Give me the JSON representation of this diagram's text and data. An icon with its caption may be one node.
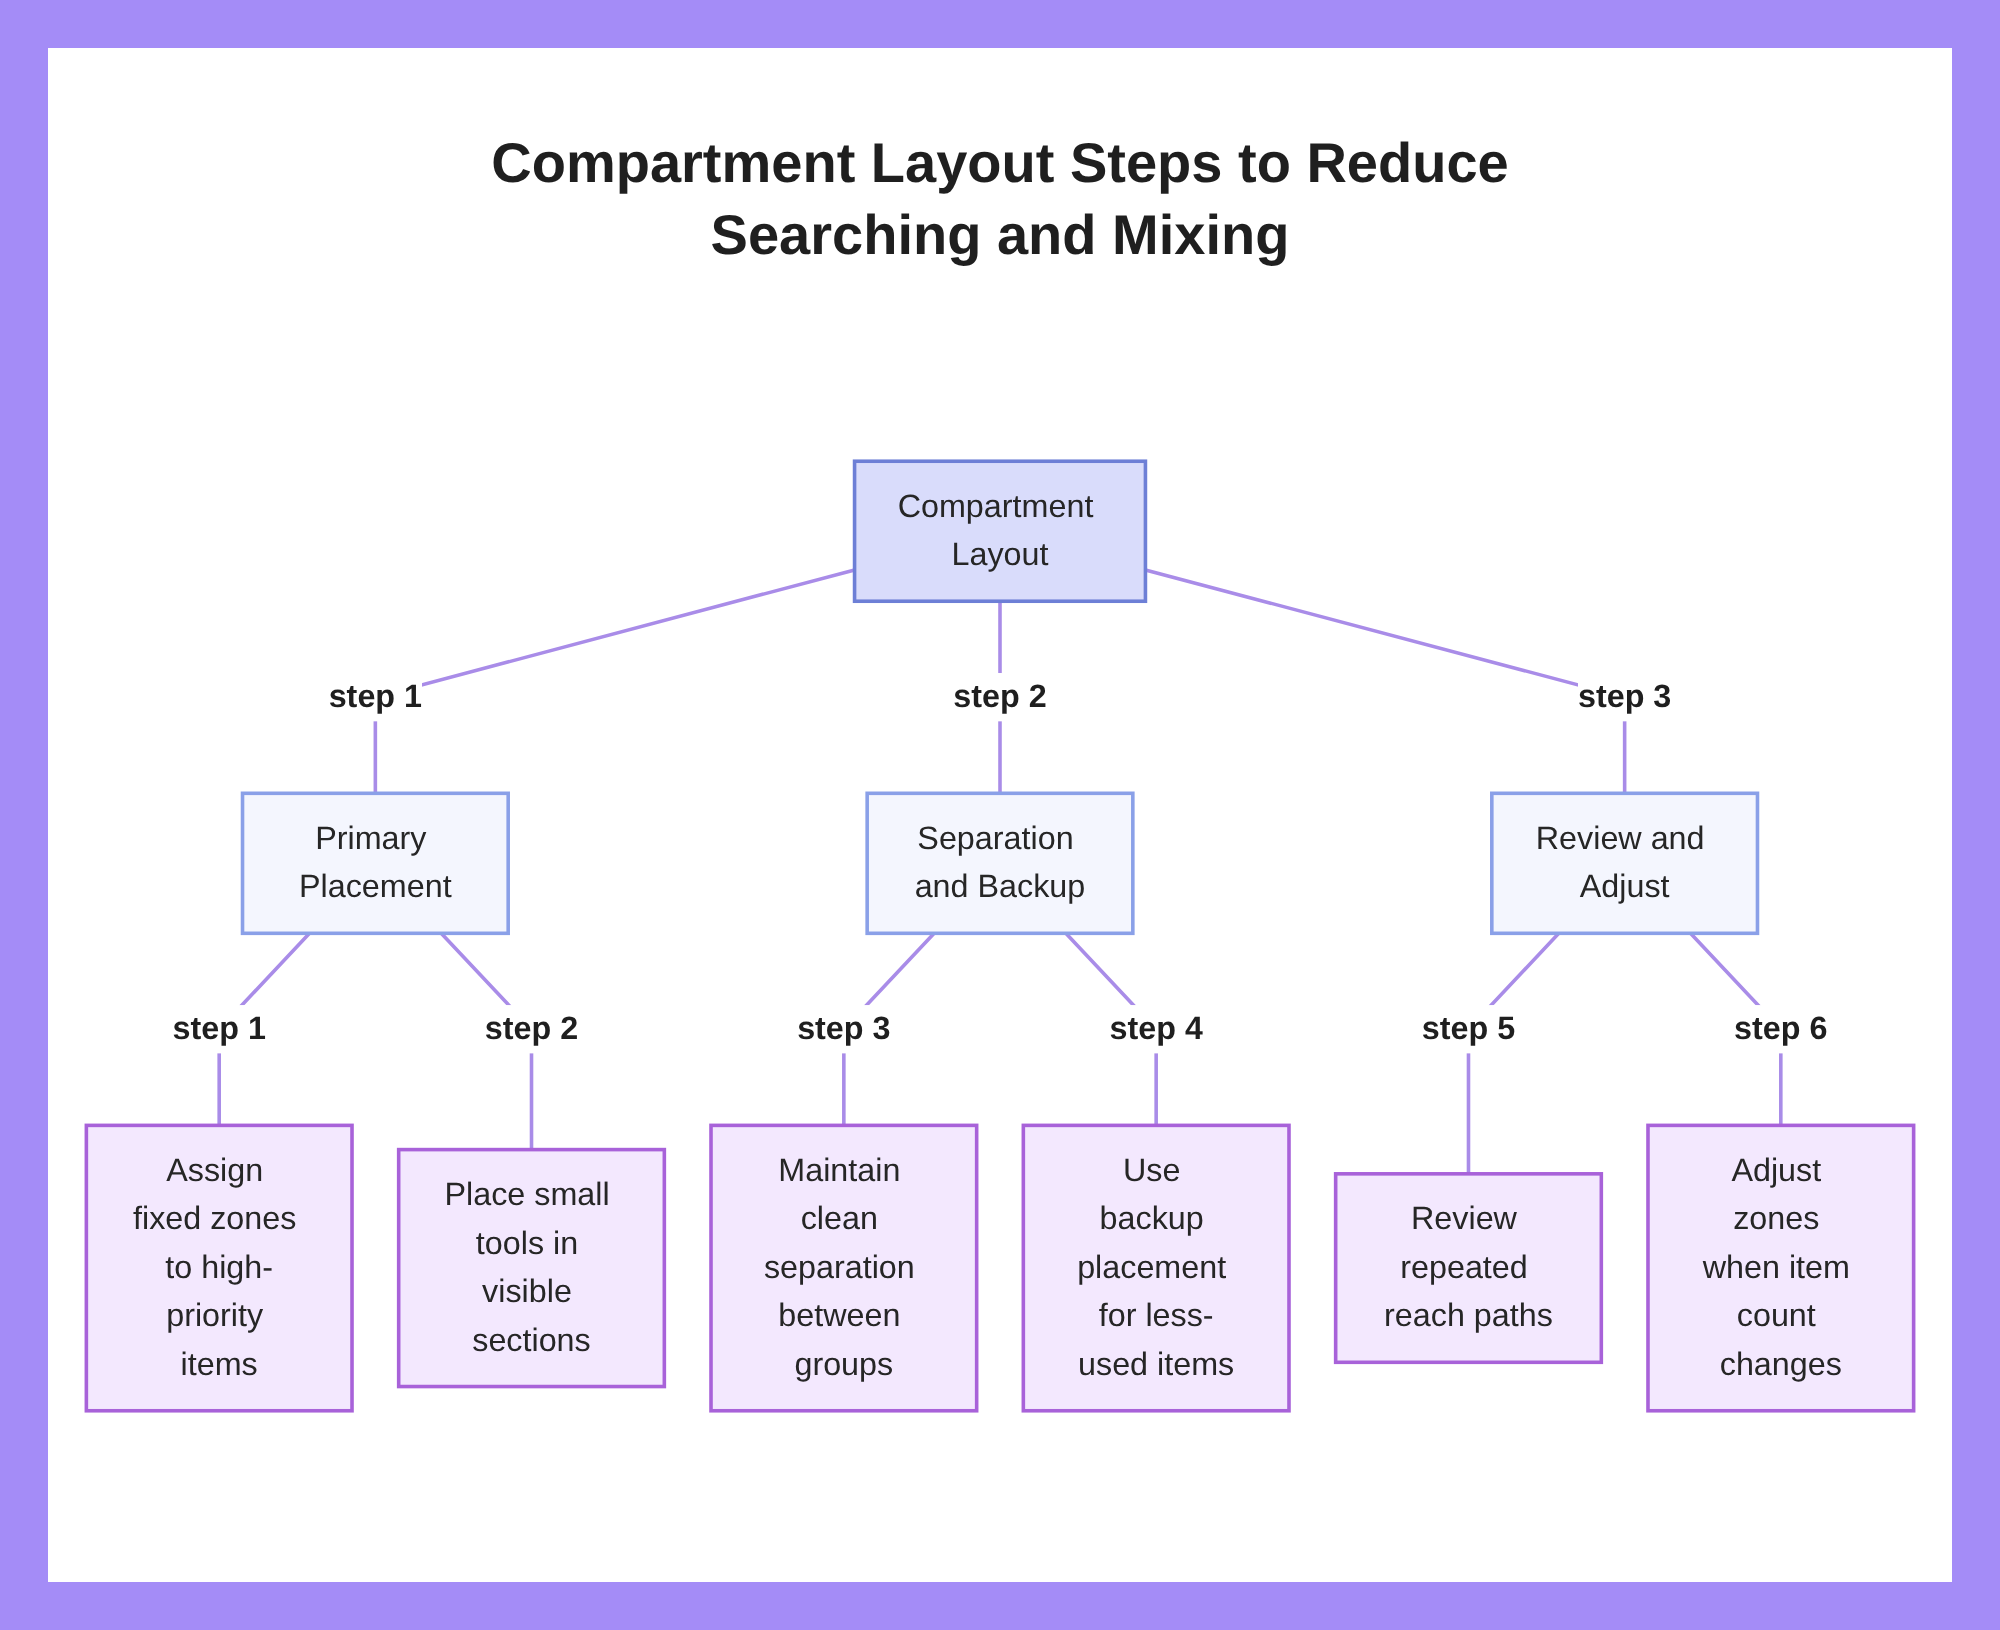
{
  "diagram": {
    "title": "Compartment Layout Steps to Reduce Searching and Mixing",
    "nodes": [
      {
        "text": [
          "Compartment Layout"
        ]
      },
      {
        "text": [
          "Primary Placement"
        ]
      },
      {
        "text": [
          "Separation and Backup"
        ]
      },
      {
        "text": [
          "Review and Adjust"
        ]
      },
      {
        "text": [
          "Assign fixed zones to high-priority items"
        ]
      },
      {
        "text": [
          "Place small tools in visible sections"
        ]
      },
      {
        "text": [
          "Maintain clean separation between groups"
        ]
      },
      {
        "text": [
          "Use backup placement for less-used items"
        ]
      },
      {
        "text": [
          "Review repeated reach paths"
        ]
      },
      {
        "text": [
          "Adjust zones when item count changes"
        ]
      }
    ],
    "edges": [
      {
        "from": 0,
        "to": 1,
        "arrow": "none",
        "label": "step 1"
      },
      {
        "from": 0,
        "to": 2,
        "arrow": "none",
        "label": "step 2"
      },
      {
        "from": 0,
        "to": 3,
        "arrow": "none",
        "label": "step 3"
      },
      {
        "from": 1,
        "to": 4,
        "arrow": "none",
        "label": "step 1"
      },
      {
        "from": 1,
        "to": 5,
        "arrow": "none",
        "label": "step 2"
      },
      {
        "from": 2,
        "to": 6,
        "arrow": "none",
        "label": "step 3"
      },
      {
        "from": 2,
        "to": 7,
        "arrow": "none",
        "label": "step 4"
      },
      {
        "from": 3,
        "to": 8,
        "arrow": "none",
        "label": "step 5"
      },
      {
        "from": 3,
        "to": 9,
        "arrow": "none",
        "label": "step 6"
      }
    ]
  }
}
